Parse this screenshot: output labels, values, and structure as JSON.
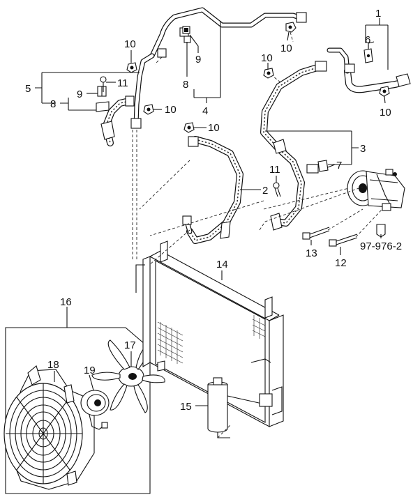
{
  "callouts": {
    "c1": "1",
    "c2": "2",
    "c3": "3",
    "c4": "4",
    "c5": "5",
    "c6": "6",
    "c7": "7",
    "c8a": "8",
    "c8b": "8",
    "c9a": "9",
    "c9b": "9",
    "c10a": "10",
    "c10b": "10",
    "c10c": "10",
    "c10d": "10",
    "c10e": "10",
    "c10f": "10",
    "c11a": "11",
    "c11b": "11",
    "c12": "12",
    "c13": "13",
    "c14": "14",
    "c15": "15",
    "c16": "16",
    "c17": "17",
    "c18": "18",
    "c19": "19",
    "ref": "97-976-2"
  }
}
